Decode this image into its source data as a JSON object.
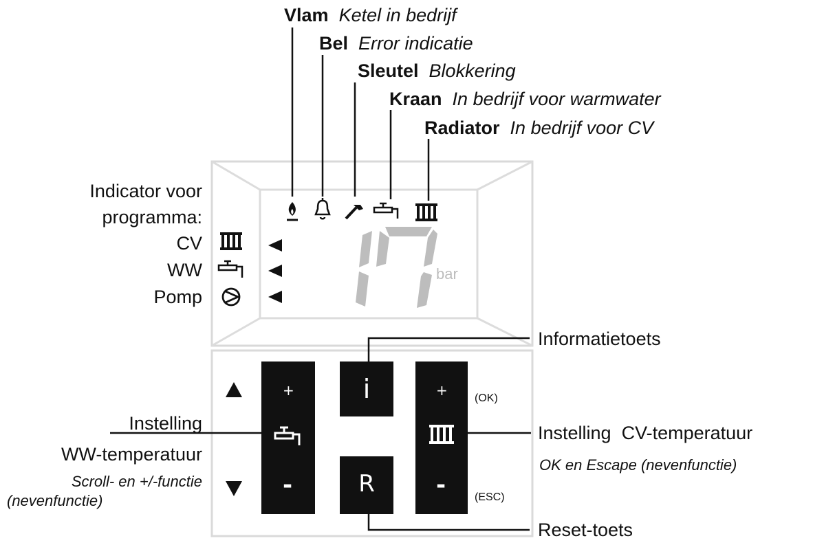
{
  "top_labels": [
    {
      "name": "Vlam",
      "desc": "Ketel in bedrijf"
    },
    {
      "name": "Bel",
      "desc": "Error indicatie"
    },
    {
      "name": "Sleutel",
      "desc": "Blokkering"
    },
    {
      "name": "Kraan",
      "desc": "In bedrijf voor warmwater"
    },
    {
      "name": "Radiator",
      "desc": "In bedrijf voor CV"
    }
  ],
  "program_indicator": {
    "title_line1": "Indicator voor",
    "title_line2": "programma:",
    "items": [
      "CV",
      "WW",
      "Pomp"
    ]
  },
  "display": {
    "digits": "17",
    "unit": "bar"
  },
  "keys": {
    "plus": "+",
    "minus": "-",
    "info": "i",
    "reset": "R",
    "ok": "(OK)",
    "esc": "(ESC)"
  },
  "callouts": {
    "info": "Informatietoets",
    "reset": "Reset-toets",
    "ww_line1": "Instelling",
    "ww_line2": "WW-temperatuur",
    "ww_sub_line1": "Scroll- en +/-functie",
    "ww_sub_line2": "(nevenfunctie)",
    "cv_line1": "Instelling  CV-temperatuur",
    "cv_sub": "OK en Escape (nevenfunctie)"
  },
  "colors": {
    "key_bg": "#111111",
    "digit_gray": "#bdbdbd",
    "frame_gray": "#d6d6d6"
  },
  "icons": [
    "flame-icon",
    "bell-icon",
    "wrench-icon",
    "tap-icon",
    "radiator-icon",
    "pump-icon"
  ]
}
